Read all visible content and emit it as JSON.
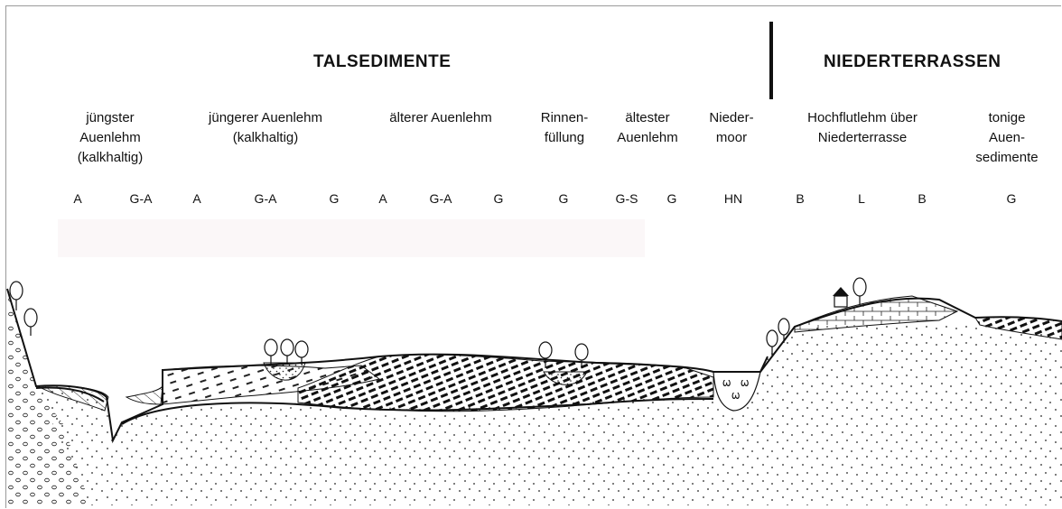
{
  "headings": {
    "left": "TALSEDIMENTE",
    "right": "NIEDERTERRASSEN"
  },
  "units": [
    "jüngster\nAuenlehm\n(kalkhaltig)",
    "jüngerer Auenlehm\n(kalkhaltig)",
    "älterer Auenlehm",
    "Rinnen-\nfüllung",
    "ältester\nAuenlehm",
    "Nieder-\nmoor",
    "Hochflutlehm über\nNiederterrasse",
    "tonige Auen-\nsedimente"
  ],
  "soil_codes": [
    "A",
    "G-A",
    "A",
    "G-A",
    "G",
    "A",
    "G-A",
    "G",
    "G",
    "G-S",
    "G",
    "HN",
    "B",
    "L",
    "B",
    "G"
  ],
  "peat_symbols": [
    "Ѡ",
    "Ѡ",
    "Ѡ"
  ]
}
